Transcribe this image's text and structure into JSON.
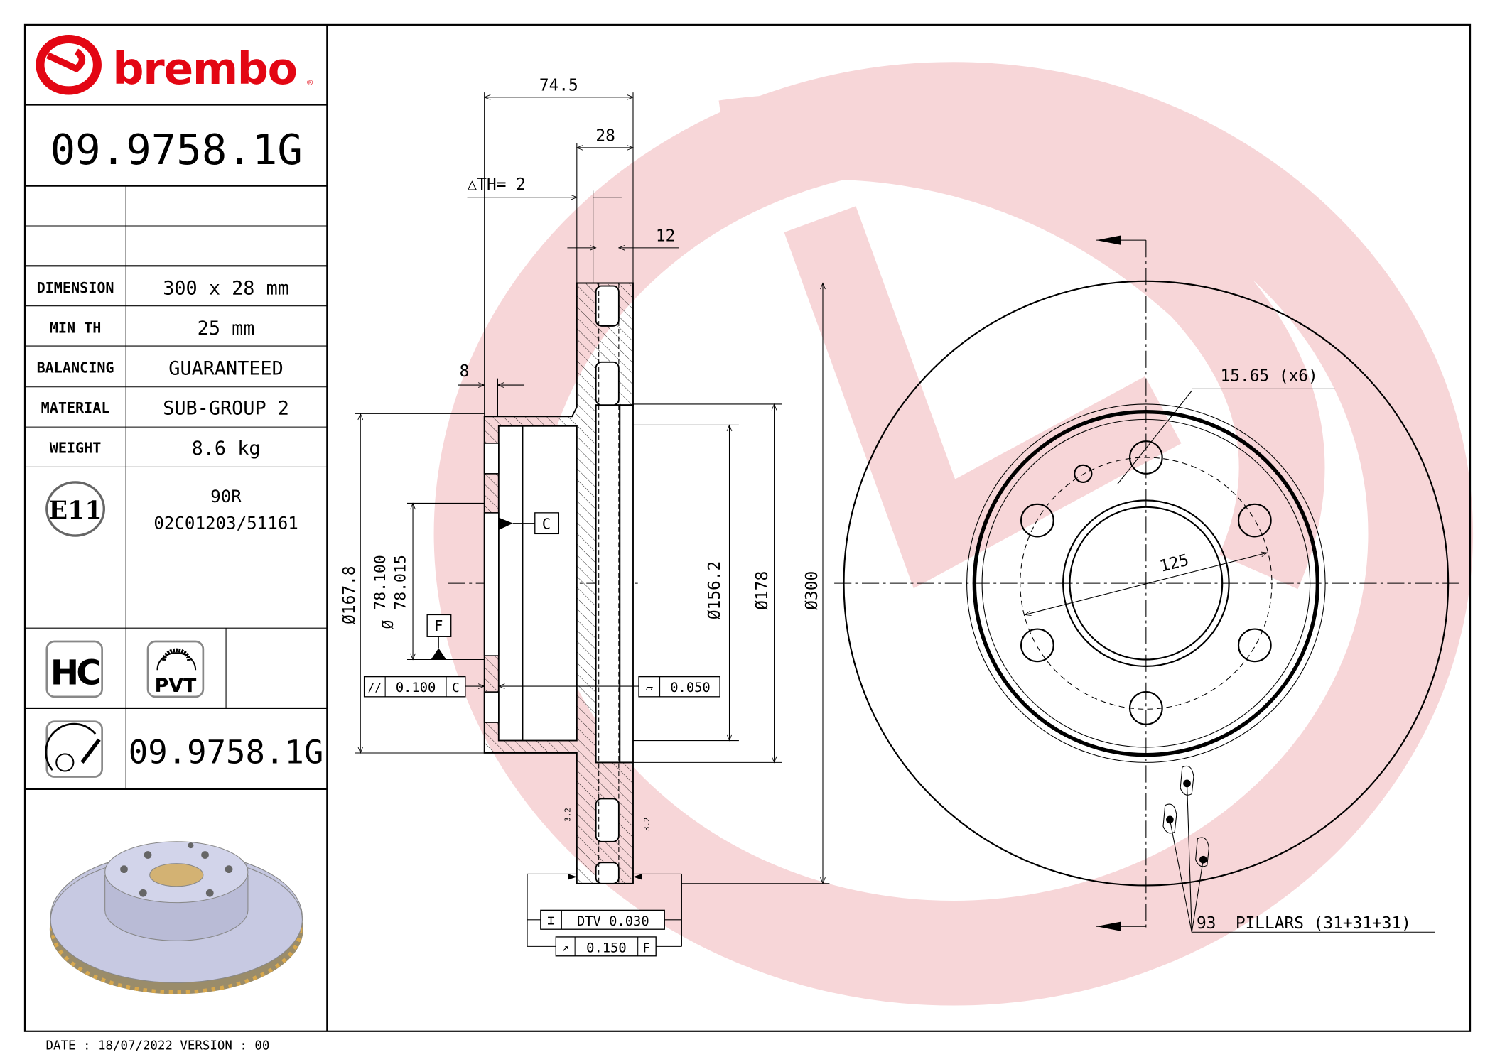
{
  "brand": {
    "name": "brembo",
    "registered": "®",
    "color": "#e30613",
    "watermark_color": "#f6d0d2"
  },
  "header": {
    "part_number": "09.9758.1G"
  },
  "specs": [
    {
      "label": "DIMENSION",
      "value": "300 x 28 mm"
    },
    {
      "label": "MIN TH",
      "value": "25 mm"
    },
    {
      "label": "BALANCING",
      "value": "GUARANTEED"
    },
    {
      "label": "MATERIAL",
      "value": "SUB-GROUP 2"
    },
    {
      "label": "WEIGHT",
      "value": "8.6 kg"
    }
  ],
  "homologation": {
    "mark": "E11",
    "line1": "90R",
    "line2": "02C01203/51161"
  },
  "badges": {
    "hc": "HC",
    "pvt": "PVT"
  },
  "footer_part_number": "09.9758.1G",
  "date_line": "DATE : 18/07/2022 VERSION : 00",
  "section_view": {
    "dim_overall": "74.5",
    "dim_thickness": "28",
    "th_delta": "△TH= 2",
    "dim_12": "12",
    "dim_8": "8",
    "dia_167": "Ø167.8",
    "dia_78_upper": "78.100",
    "dia_78_lower": "78.015",
    "dia_symbol": "Ø",
    "dia_156": "Ø156.2",
    "dia_178": "Ø178",
    "dia_300": "Ø300",
    "datum_c": "C",
    "datum_f": "F",
    "parallelism": {
      "symbol": "//",
      "value": "0.100",
      "datum": "C"
    },
    "flatness": {
      "symbol": "▱",
      "value": "0.050"
    },
    "dtv": {
      "symbol": "⌶",
      "label": "DTV 0.030"
    },
    "runout": {
      "symbol": "↗",
      "value": "0.150",
      "datum": "F"
    },
    "roughness": "3.2"
  },
  "front_view": {
    "holes_label": "15.65 (x6)",
    "pcd_label": "125",
    "pillars_label": "93  PILLARS (31+31+31)"
  }
}
